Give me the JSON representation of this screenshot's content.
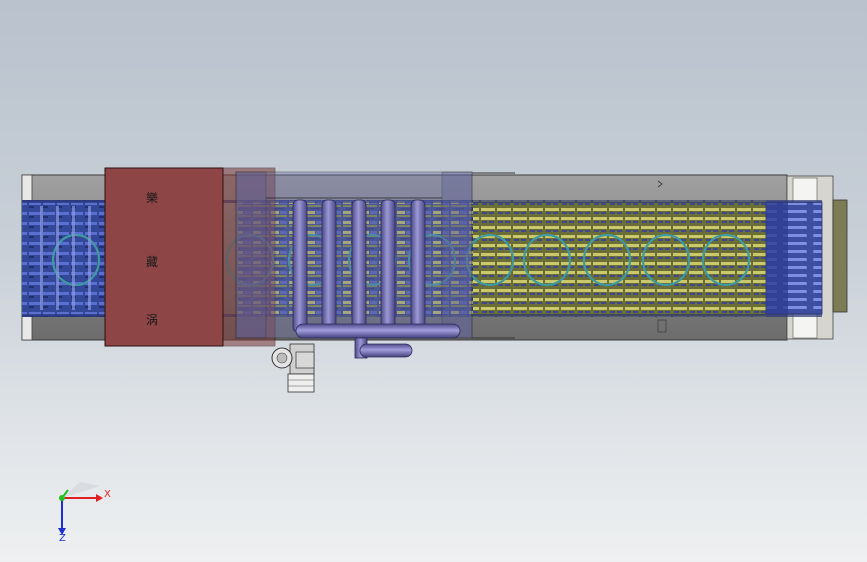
{
  "model": {
    "label_panel": {
      "characters": [
        "樂",
        "藏",
        "涡"
      ],
      "color": "#8e4545"
    },
    "colors": {
      "frame": "#8c8c8c",
      "belt": "#3c4fa3",
      "belt_alt": "#7f8b3a",
      "rings": "#3f9aa0",
      "pipes": "#6c6aa8"
    },
    "belt_rings": 12,
    "vertical_pipes": 5
  },
  "triad": {
    "x_label": "X",
    "z_label": "Z",
    "x_color": "#e02020",
    "y_color": "#20c020",
    "z_color": "#2030d0"
  }
}
